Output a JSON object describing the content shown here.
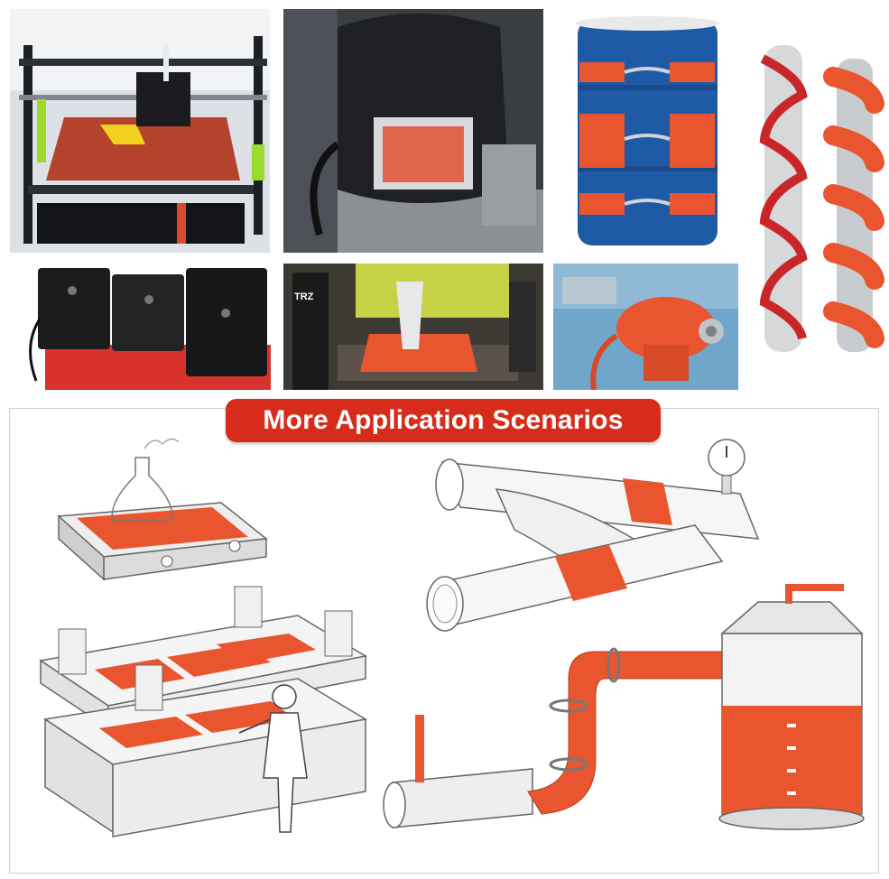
{
  "banner": {
    "title": "More Application Scenarios"
  },
  "accent_color": "#d72c1b",
  "heater_color": "#e8552e",
  "photos": [
    {
      "id": "3d-printer-bed",
      "icon": "3d-printer-icon"
    },
    {
      "id": "engine-oil-pan",
      "icon": "engine-icon"
    },
    {
      "id": "oil-drum",
      "icon": "drum-icon"
    },
    {
      "id": "pipe-spiral",
      "icon": "pipe-icon"
    },
    {
      "id": "battery-pack",
      "icon": "battery-icon"
    },
    {
      "id": "printer-trz",
      "label": "TRZ",
      "icon": "3d-printer-icon"
    },
    {
      "id": "pump-heater",
      "icon": "pump-icon"
    }
  ]
}
